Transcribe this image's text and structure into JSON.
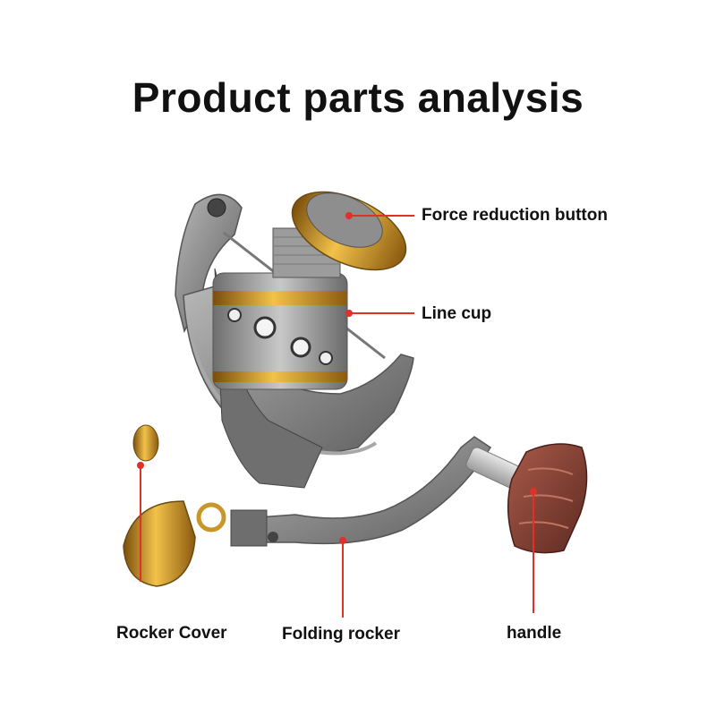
{
  "title": "Product parts analysis",
  "colors": {
    "accent_red": "#e0302a",
    "body_gray": "#8e8e8e",
    "gold": "#c9962a",
    "wood": "#8a4034"
  },
  "callouts": {
    "force_reduction": "Force reduction button",
    "line_cup": "Line cup",
    "rocker_cover": "Rocker Cover",
    "folding_rocker": "Folding rocker",
    "handle": "handle"
  }
}
